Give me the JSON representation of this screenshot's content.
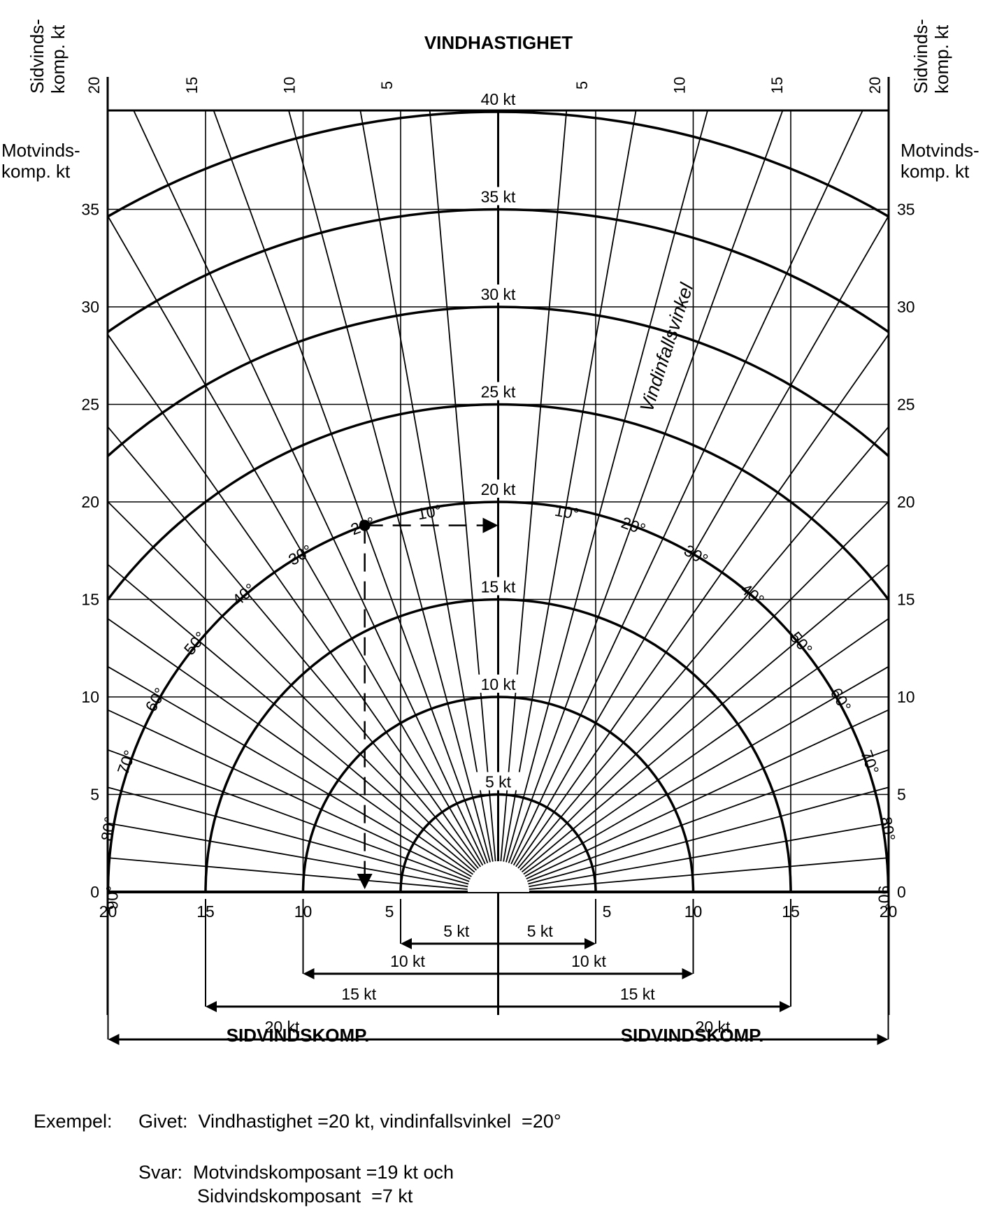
{
  "title": "VINDHASTIGHET",
  "side_labels": {
    "crosswind_axis": "Sidvinds-\nkomp. kt",
    "headwind_axis": "Motvinds-\nkomp. kt",
    "bottom": "SIDVINDSKOMP.",
    "angle_label": "Vindinfallsvinkel"
  },
  "top_ticks": [
    "20",
    "15",
    "10",
    "5",
    "5",
    "10",
    "15",
    "20"
  ],
  "side_ticks": [
    "35",
    "30",
    "25",
    "20",
    "15",
    "10",
    "5",
    "0"
  ],
  "bottom_ticks": [
    "20",
    "15",
    "10",
    "5",
    "5",
    "10",
    "15",
    "20"
  ],
  "speed_labels": [
    "40 kt",
    "35 kt",
    "30 kt",
    "25 kt",
    "20 kt",
    "15 kt",
    "10 kt",
    "5 kt"
  ],
  "angle_labels": [
    "10°",
    "20°",
    "30°",
    "40°",
    "50°",
    "60°",
    "70°",
    "80°",
    "90°"
  ],
  "dimension_labels": [
    "5 kt",
    "10 kt",
    "15 kt",
    "20 kt"
  ],
  "example": {
    "label": "Exempel:",
    "given": "Givet:  Vindhastighet =20 kt, vindinfallsvinkel  =20°",
    "answer_line1": "Svar:  Motvindskomposant =19 kt och",
    "answer_line2": "Sidvindskomposant  =7 kt"
  },
  "chart_data": {
    "type": "polar wind component chart",
    "wind_speeds_kt": [
      5,
      10,
      15,
      20,
      25,
      30,
      35,
      40
    ],
    "angles_deg": [
      10,
      20,
      30,
      40,
      50,
      60,
      70,
      80,
      90
    ],
    "headwind_range_kt": [
      0,
      40
    ],
    "crosswind_range_kt": [
      -20,
      20
    ],
    "example_point": {
      "wind_speed_kt": 20,
      "angle_deg": 20,
      "headwind_kt": 19,
      "crosswind_kt": 7
    }
  }
}
